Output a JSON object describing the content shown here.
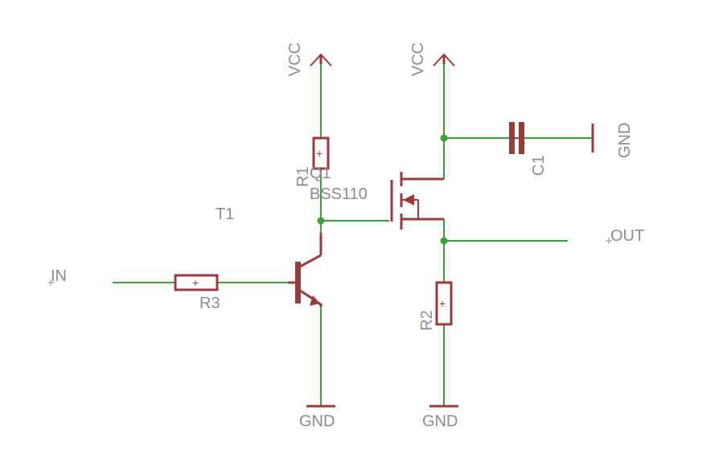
{
  "labels": {
    "vcc": "VCC",
    "gnd": "GND",
    "in": "IN",
    "out": "OUT",
    "r1": "R1",
    "r2": "R2",
    "r3": "R3",
    "c1": "C1",
    "q1": "Q1",
    "q1_value": "BSS110",
    "t1": "T1"
  },
  "colors": {
    "wire": "#3a9e3a",
    "symbol": "#9b3a3a",
    "text": "#8c8c8c",
    "background": "#ffffff"
  }
}
